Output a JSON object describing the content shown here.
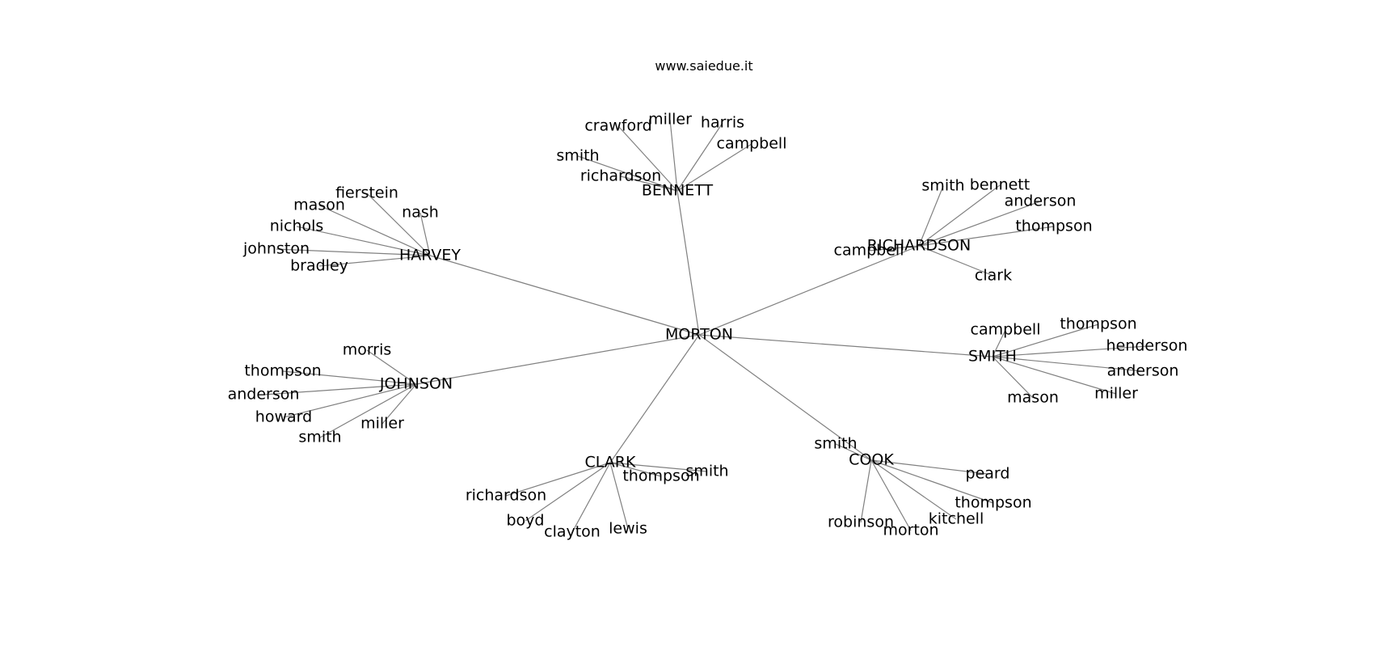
{
  "header": {
    "site": "www.saiedue.it"
  },
  "graph": {
    "root": "MORTON",
    "branches": [
      {
        "hub": "BENNETT",
        "leaves": [
          "crawford",
          "miller",
          "harris",
          "campbell",
          "smith",
          "richardson"
        ]
      },
      {
        "hub": "HARVEY",
        "leaves": [
          "fierstein",
          "mason",
          "nash",
          "nichols",
          "johnston",
          "bradley"
        ]
      },
      {
        "hub": "RICHARDSON",
        "leaves": [
          "smith",
          "bennett",
          "anderson",
          "thompson",
          "campbell",
          "clark"
        ]
      },
      {
        "hub": "SMITH",
        "leaves": [
          "campbell",
          "thompson",
          "henderson",
          "anderson",
          "miller",
          "mason"
        ]
      },
      {
        "hub": "JOHNSON",
        "leaves": [
          "morris",
          "thompson",
          "anderson",
          "howard",
          "smith",
          "miller"
        ]
      },
      {
        "hub": "CLARK",
        "leaves": [
          "smith",
          "thompson",
          "richardson",
          "boyd",
          "clayton",
          "lewis"
        ]
      },
      {
        "hub": "COOK",
        "leaves": [
          "smith",
          "peard",
          "thompson",
          "robinson",
          "morton",
          "kitchell"
        ]
      }
    ]
  }
}
